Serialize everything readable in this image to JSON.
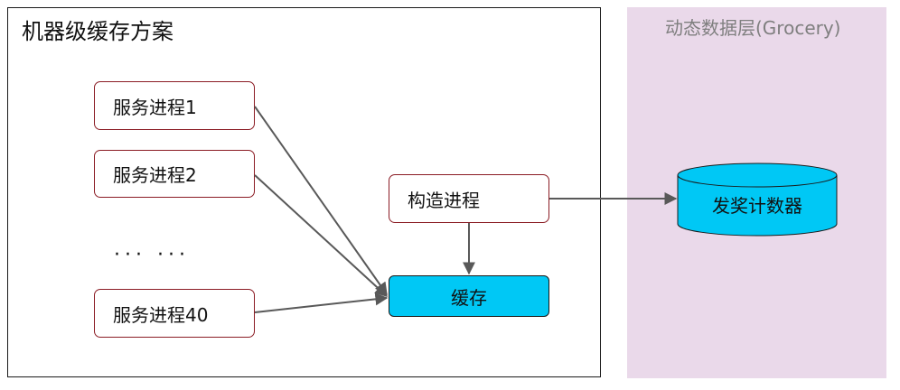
{
  "left_panel": {
    "title": "机器级缓存方案"
  },
  "right_panel": {
    "title": "动态数据层(Grocery)"
  },
  "services": [
    {
      "label": "服务进程1"
    },
    {
      "label": "服务进程2"
    },
    {
      "label": "服务进程40"
    }
  ],
  "ellipsis": "··· ···",
  "builder": {
    "label": "构造进程"
  },
  "cache": {
    "label": "缓存"
  },
  "database": {
    "label": "发奖计数器"
  },
  "colors": {
    "node_border": "#8b1c24",
    "cache_fill": "#00c8f5",
    "right_panel_fill": "#ead9ea",
    "arrow": "#595959"
  }
}
